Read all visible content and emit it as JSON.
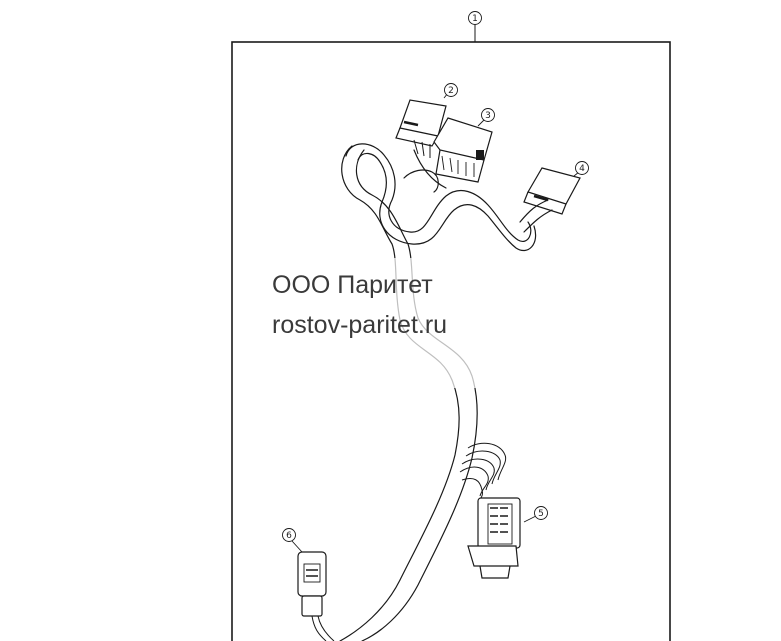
{
  "callouts": [
    {
      "number": "1",
      "part": "wiring-harness-assembly"
    },
    {
      "number": "2",
      "part": "connector"
    },
    {
      "number": "3",
      "part": "connector"
    },
    {
      "number": "4",
      "part": "connector"
    },
    {
      "number": "5",
      "part": "connector"
    },
    {
      "number": "6",
      "part": "connector"
    }
  ],
  "watermark": {
    "company": "ООО Паритет",
    "website": "rostov-paritet.ru"
  },
  "colors": {
    "line": "#1a1a1a",
    "background": "#ffffff",
    "watermark_text": "#3a3a3a"
  }
}
